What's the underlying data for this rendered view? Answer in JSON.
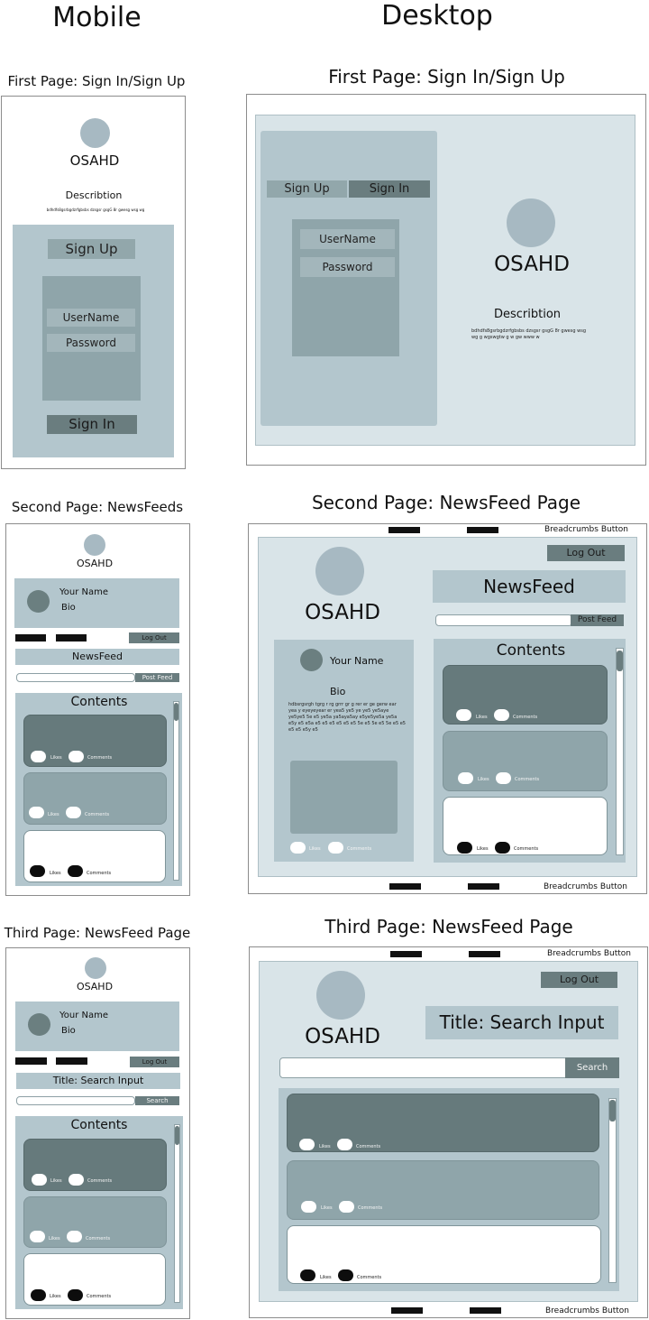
{
  "headers": {
    "mobile": "Mobile",
    "desktop": "Desktop"
  },
  "titles": {
    "first": "First Page: Sign In/Sign Up",
    "second_mobile": "Second Page: NewsFeeds",
    "second_desktop": "Second Page: NewsFeed Page",
    "third": "Third Page: NewsFeed Page"
  },
  "brand": "OSAHD",
  "auth": {
    "description_label": "Describtion",
    "description_text_mobile": "bdhdfs8gsrbgdzrfgbsbs dzsgsr gsgG 8r gwesg wsg wg",
    "description_text_desktop": "bdhdfs8gsrbgdzrfgbsbs dzsgsr gsgG 8r gwesg wsg wg g wgswgtw g w gw www w",
    "sign_up": "Sign Up",
    "sign_in": "Sign In",
    "username": "UserName",
    "password": "Password"
  },
  "profile": {
    "name": "Your Name",
    "bio": "Bio",
    "bio_text": "hdbsrgsrgh tgrg r rg grrr gr g rer er ge gerw ear yea y eyeyeyear er yea5 ye5 ye ye5 ye5aye ye5ye5 5e e5 ye5a ya5aya5ay e5ye5ye5a ye5a e5y e5 e5a e5 e5 e5 e5 e5 e5 5e e5 5e e5 5e e5 e5 e5 e5 e5y e5"
  },
  "logout": "Log Out",
  "newsfeed_title": "NewsFeed",
  "post_feed": "Post Feed",
  "contents_title": "Contents",
  "likes": "Likes",
  "comments": "Comments",
  "search_title": "Title: Search Input",
  "search": "Search",
  "breadcrumbs": "Breadcrumbs Button",
  "colors": {
    "panel_light": "#d9e4e8",
    "panel_mid": "#b3c6cd",
    "panel_dark": "#8fa5aa",
    "button_dark": "#6a7d7f",
    "card_dark": "#667a7c"
  }
}
